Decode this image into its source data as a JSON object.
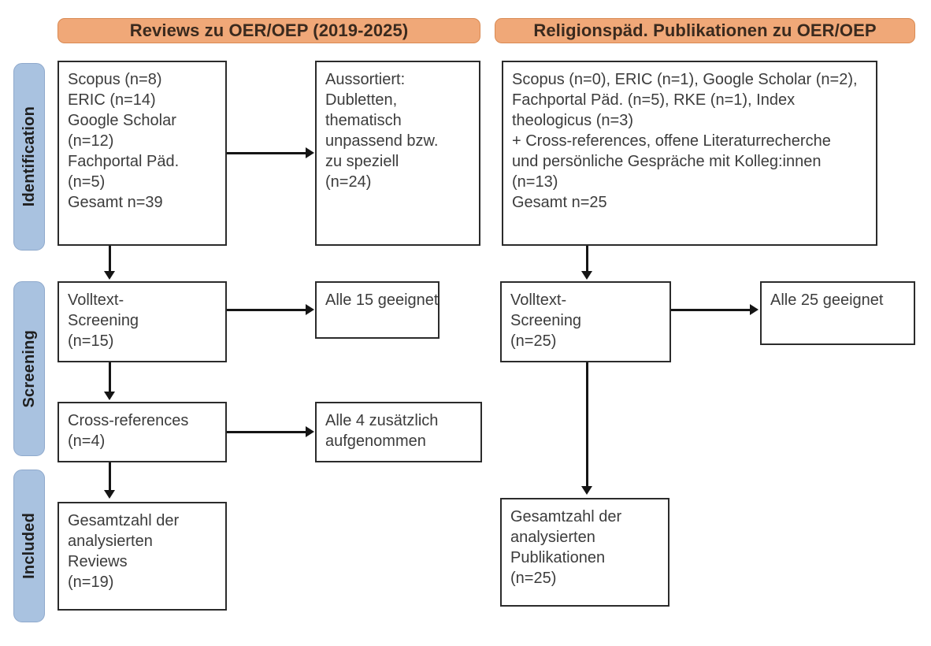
{
  "diagram": {
    "type": "prisma-flow-diagram",
    "columns": [
      {
        "id": "left",
        "header": "Reviews zu OER/OEP (2019-2025)"
      },
      {
        "id": "right",
        "header": "Religionspäd. Publikationen zu OER/OEP"
      }
    ],
    "stages": [
      {
        "id": "identification",
        "label": "Identification"
      },
      {
        "id": "screening",
        "label": "Screening"
      },
      {
        "id": "included",
        "label": "Included"
      }
    ],
    "nodes": {
      "left_identification": {
        "lines": [
          "Scopus (n=8)",
          "ERIC (n=14)",
          "Google Scholar",
          "(n=12)",
          "Fachportal Päd.",
          "(n=5)",
          "Gesamt n=39"
        ]
      },
      "left_excluded": {
        "lines": [
          "Aussortiert:",
          "Dubletten,",
          "thematisch",
          "unpassend bzw.",
          "zu speziell",
          "(n=24)"
        ]
      },
      "left_screening": {
        "lines": [
          "Volltext-",
          "Screening",
          "(n=15)"
        ]
      },
      "left_screening_result": {
        "lines": [
          "Alle 15 geeignet"
        ]
      },
      "left_crossrefs": {
        "lines": [
          "Cross-references",
          "(n=4)"
        ]
      },
      "left_crossrefs_result": {
        "lines": [
          "Alle 4 zusätzlich",
          "aufgenommen"
        ]
      },
      "left_included": {
        "lines": [
          "Gesamtzahl der",
          "analysierten",
          "Reviews",
          "(n=19)"
        ]
      },
      "right_identification": {
        "lines": [
          "Scopus (n=0), ERIC (n=1), Google Scholar (n=2),",
          "Fachportal Päd. (n=5), RKE (n=1), Index",
          "theologicus (n=3)",
          "+ Cross-references, offene Literaturrecherche",
          "und persönliche Gespräche mit Kolleg:innen",
          "(n=13)",
          "Gesamt n=25"
        ]
      },
      "right_screening": {
        "lines": [
          "Volltext-",
          "Screening",
          "(n=25)"
        ]
      },
      "right_screening_result": {
        "lines": [
          "Alle 25 geeignet"
        ]
      },
      "right_included": {
        "lines": [
          "Gesamtzahl der",
          "analysierten",
          "Publikationen",
          "(n=25)"
        ]
      }
    },
    "colors": {
      "header_fill": "#F0A878",
      "header_border": "#D98A53",
      "stage_fill": "#A9C2E0",
      "stage_border": "#8FA9CC",
      "node_border": "#2B2B2B",
      "connector": "#151515",
      "text": "#3C3C3C"
    }
  }
}
